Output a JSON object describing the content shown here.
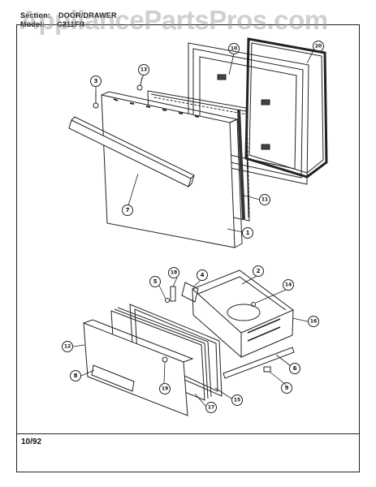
{
  "header": {
    "section_label": "Section:",
    "section_value": "DOOR/DRAWER",
    "model_label": "Model:",
    "model_value": "C311FR"
  },
  "watermark": "AppliancePartsPros.com",
  "footer": {
    "date": "10/92"
  },
  "callouts": [
    {
      "id": "c1",
      "label": "1"
    },
    {
      "id": "c2",
      "label": "2"
    },
    {
      "id": "c3",
      "label": "3"
    },
    {
      "id": "c4",
      "label": "4"
    },
    {
      "id": "c5",
      "label": "5"
    },
    {
      "id": "c6",
      "label": "6"
    },
    {
      "id": "c7",
      "label": "7"
    },
    {
      "id": "c8",
      "label": "8"
    },
    {
      "id": "c9",
      "label": "9"
    },
    {
      "id": "c10",
      "label": "10"
    },
    {
      "id": "c11",
      "label": "11"
    },
    {
      "id": "c12",
      "label": "12"
    },
    {
      "id": "c13",
      "label": "13"
    },
    {
      "id": "c14",
      "label": "14"
    },
    {
      "id": "c15",
      "label": "15"
    },
    {
      "id": "c16",
      "label": "16"
    },
    {
      "id": "c17",
      "label": "17"
    },
    {
      "id": "c18",
      "label": "18"
    },
    {
      "id": "c19",
      "label": "19"
    },
    {
      "id": "c20",
      "label": "20"
    }
  ]
}
